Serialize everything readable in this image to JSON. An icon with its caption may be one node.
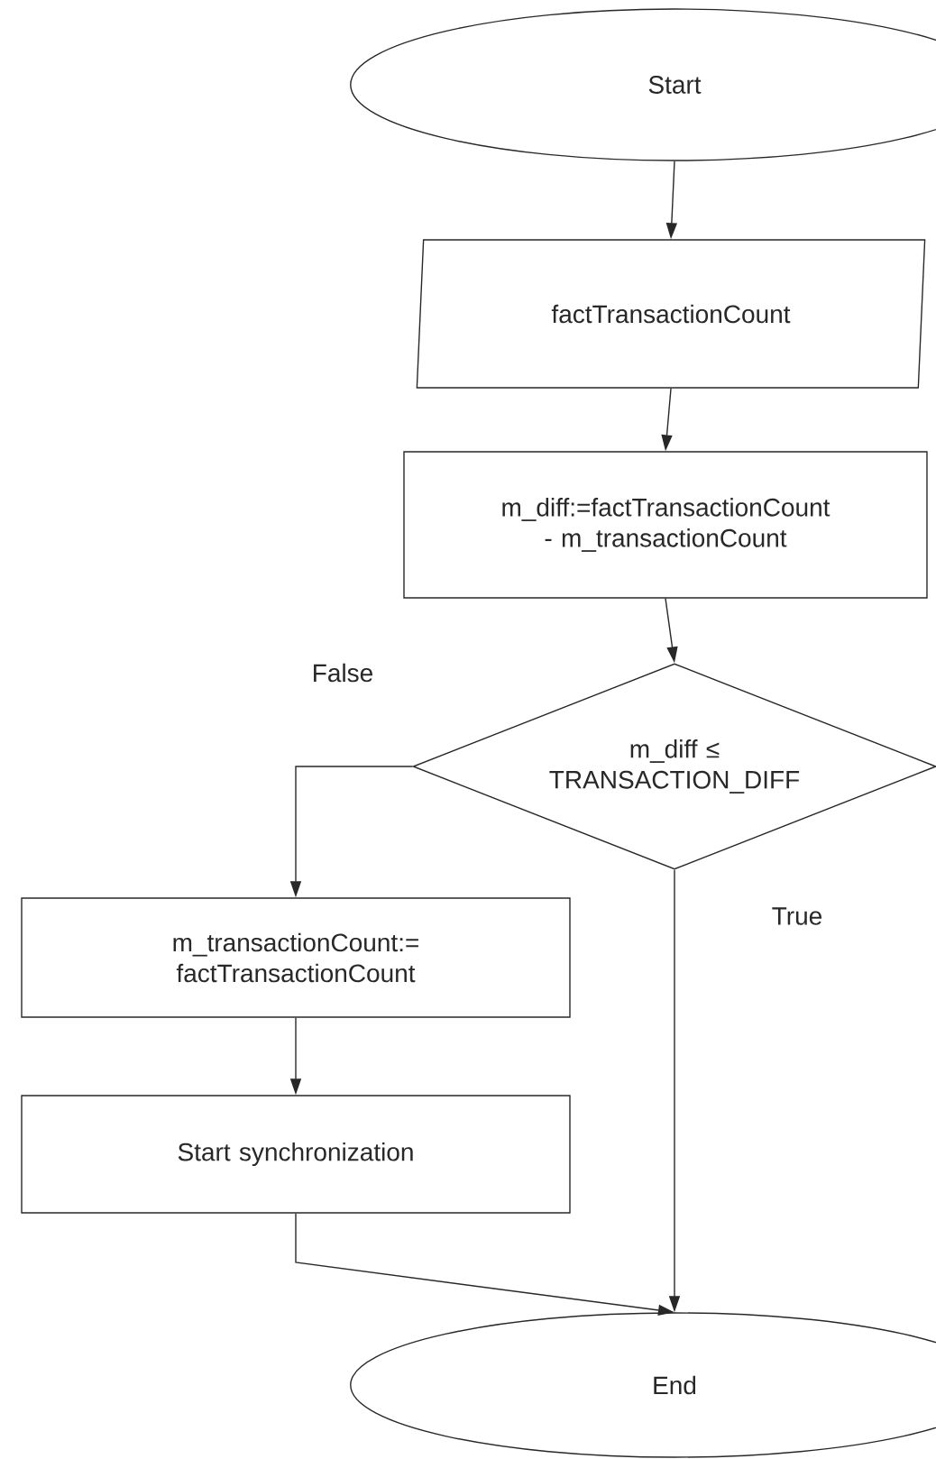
{
  "diagram": {
    "nodes": [
      {
        "text": [
          "Start"
        ]
      },
      {
        "text": [
          "factTransactionCount"
        ]
      },
      {
        "text": [
          "m_diff:=factTransactionCount - m_transactionCount"
        ]
      },
      {
        "text": [
          "m_diff ≤ TRANSACTION_DIFF"
        ]
      },
      {
        "text": [
          "m_transactionCount:= factTransactionCount"
        ]
      },
      {
        "text": [
          "Start synchronization"
        ]
      },
      {
        "text": [
          "End"
        ]
      }
    ],
    "edges": [
      {
        "from": 0,
        "to": 1,
        "arrow": "to"
      },
      {
        "from": 1,
        "to": 2,
        "arrow": "to"
      },
      {
        "from": 2,
        "to": 3,
        "arrow": "to"
      },
      {
        "from": 3,
        "to": 4,
        "arrow": "to",
        "label": "False"
      },
      {
        "from": 4,
        "to": 5,
        "arrow": "to"
      },
      {
        "from": 3,
        "to": 6,
        "arrow": "to",
        "label": "True"
      },
      {
        "from": 5,
        "to": 6,
        "arrow": "to"
      }
    ]
  }
}
